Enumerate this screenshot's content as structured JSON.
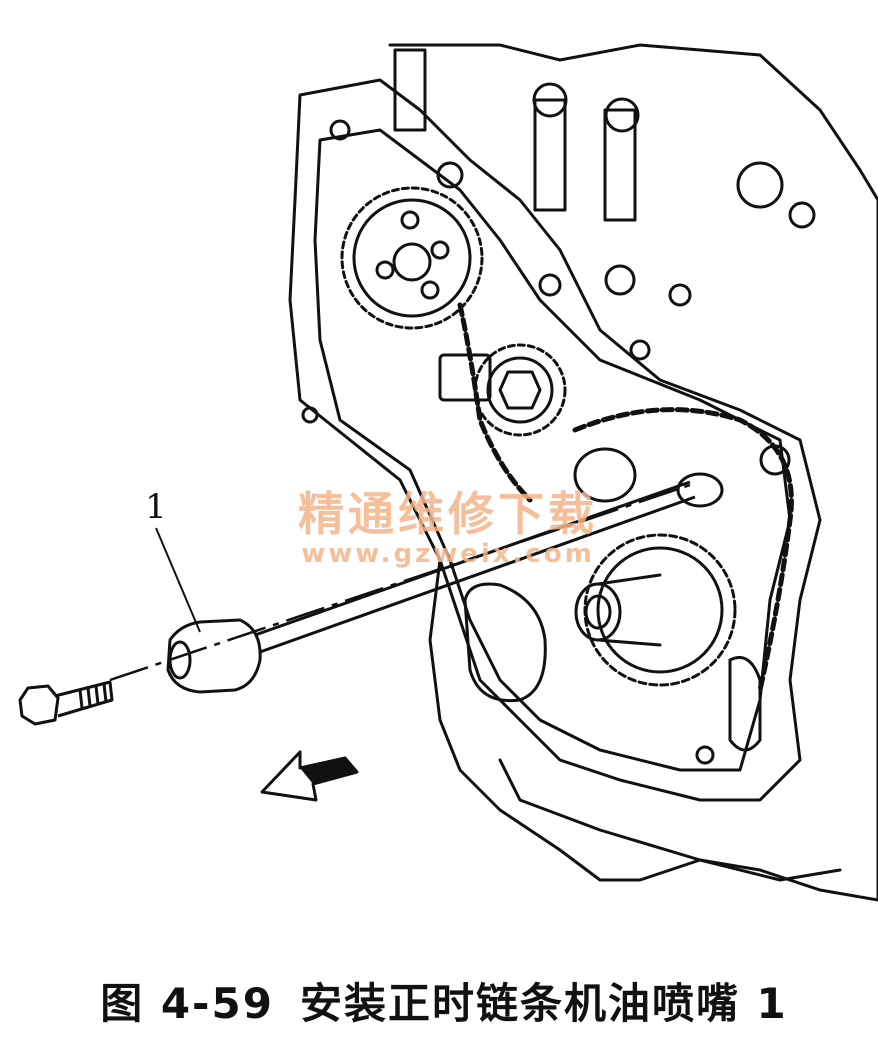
{
  "figure": {
    "callouts": [
      {
        "label": "1"
      }
    ],
    "watermark": {
      "title": "精通维修下载",
      "url": "www.gzweix.com"
    }
  },
  "caption": {
    "figure_number": "图 4-59",
    "text": "安装正时链条机油喷嘴 1"
  },
  "colors": {
    "line": "#111111",
    "watermark": "#f4b58a",
    "background": "#ffffff"
  }
}
